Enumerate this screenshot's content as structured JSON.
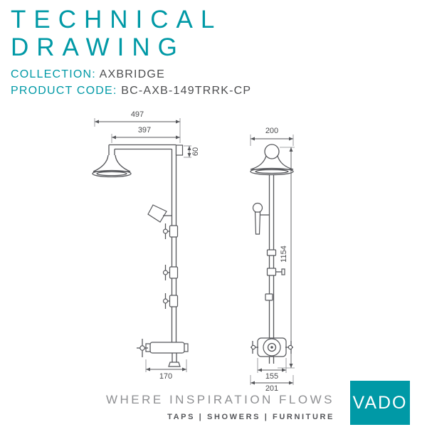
{
  "header": {
    "title_line1": "TECHNICAL",
    "title_line2": "DRAWING",
    "collection_label": "COLLECTION:",
    "collection_value": "AXBRIDGE",
    "product_code_label": "PRODUCT CODE:",
    "product_code_value": "BC-AXB-149TRRK-CP"
  },
  "drawing": {
    "side_view": {
      "dim_top_outer": "497",
      "dim_top_inner": "397",
      "dim_drop": "60",
      "dim_bottom": "170"
    },
    "front_view": {
      "dim_head": "200",
      "dim_height": "1154",
      "dim_plate": "155",
      "dim_overall": "201"
    }
  },
  "footer": {
    "tagline": "WHERE INSPIRATION FLOWS",
    "categories": "TAPS | SHOWERS | FURNITURE",
    "logo_text": "VADO"
  },
  "colors": {
    "accent_teal": "#0099a6",
    "text_dark": "#4d4e50",
    "line_gray": "#55565a",
    "footer_gray": "#8e8f92"
  }
}
